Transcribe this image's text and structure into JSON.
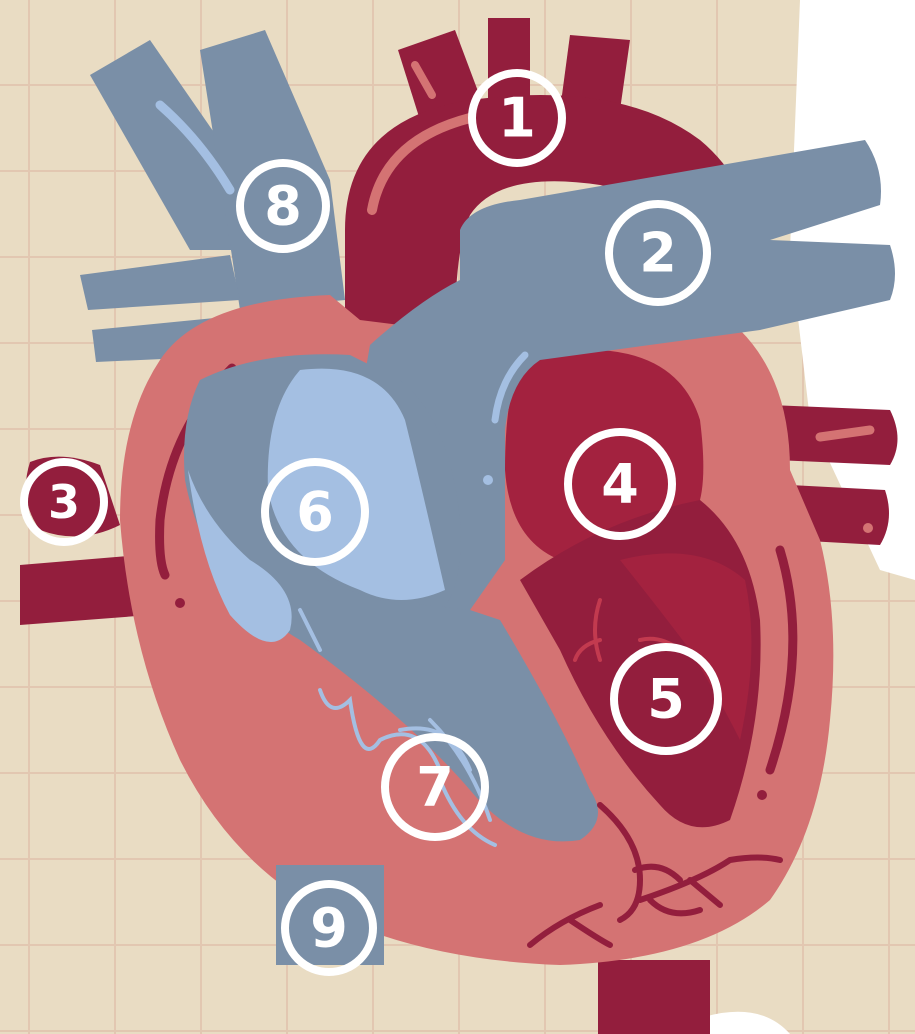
{
  "colors": {
    "background": "#e9dcc3",
    "grid": "#e2c7b1",
    "paper": "#ffffff",
    "artery_dark": "#931e3d",
    "artery_mid": "#a3223f",
    "muscle": "#d47373",
    "vein": "#7a8fa7",
    "vein_light": "#a4bfe2",
    "label_ring": "#ffffff"
  },
  "labels": [
    {
      "id": "1",
      "text": "1"
    },
    {
      "id": "2",
      "text": "2"
    },
    {
      "id": "3",
      "text": "3"
    },
    {
      "id": "4",
      "text": "4"
    },
    {
      "id": "5",
      "text": "5"
    },
    {
      "id": "6",
      "text": "6"
    },
    {
      "id": "7",
      "text": "7"
    },
    {
      "id": "8",
      "text": "8"
    },
    {
      "id": "9",
      "text": "9"
    }
  ]
}
